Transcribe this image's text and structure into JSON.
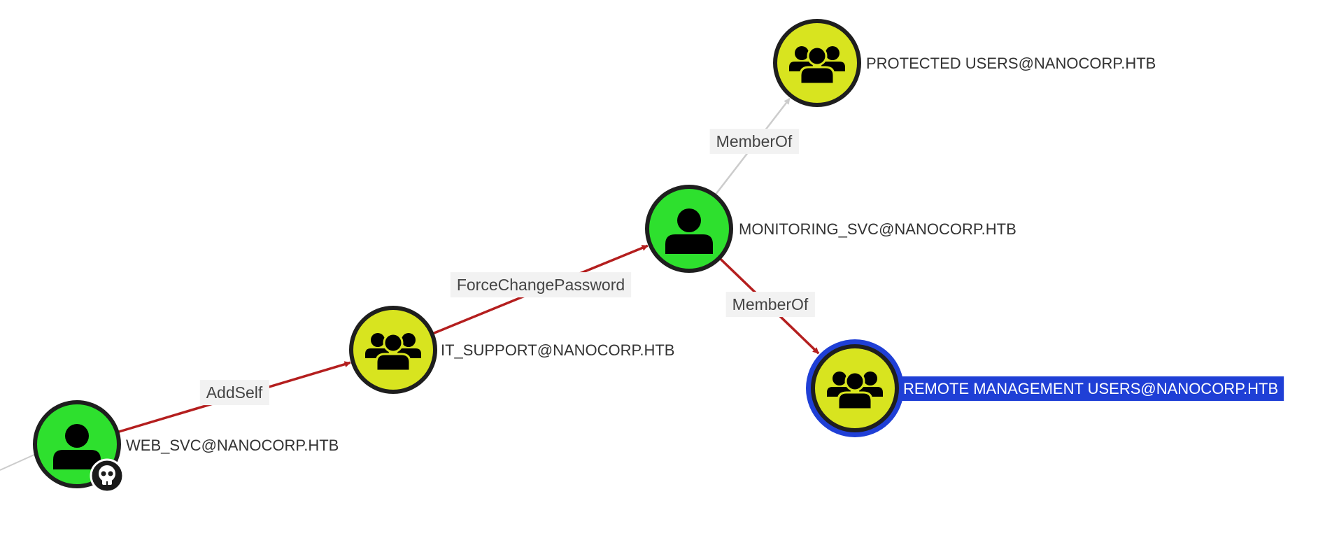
{
  "graph": {
    "nodes": [
      {
        "id": "web_svc",
        "kind": "user",
        "label": "WEB_SVC@NANOCORP.HTB",
        "owned": true,
        "selected": false
      },
      {
        "id": "it_support",
        "kind": "group",
        "label": "IT_SUPPORT@NANOCORP.HTB",
        "owned": false,
        "selected": false
      },
      {
        "id": "monitoring_svc",
        "kind": "user",
        "label": "MONITORING_SVC@NANOCORP.HTB",
        "owned": false,
        "selected": false
      },
      {
        "id": "protected_users",
        "kind": "group",
        "label": "PROTECTED USERS@NANOCORP.HTB",
        "owned": false,
        "selected": false
      },
      {
        "id": "remote_mgmt",
        "kind": "group",
        "label": "REMOTE MANAGEMENT USERS@NANOCORP.HTB",
        "owned": false,
        "selected": true
      }
    ],
    "edges": [
      {
        "from": "web_svc",
        "to": "it_support",
        "label": "AddSelf",
        "highlighted": true
      },
      {
        "from": "it_support",
        "to": "monitoring_svc",
        "label": "ForceChangePassword",
        "highlighted": true
      },
      {
        "from": "monitoring_svc",
        "to": "protected_users",
        "label": "MemberOf",
        "highlighted": false
      },
      {
        "from": "monitoring_svc",
        "to": "remote_mgmt",
        "label": "MemberOf",
        "highlighted": true
      }
    ]
  },
  "colors": {
    "user_fill": "#2ee02e",
    "group_fill": "#d8e41f",
    "node_border": "#1e1e1e",
    "highlight_edge": "#b41e1e",
    "default_edge": "#cccccc",
    "selected_ring": "#1f3fd6",
    "selected_label_bg": "#1f3fd6",
    "owned_badge": "#1a1a1a"
  },
  "icons": {
    "user": "user-icon",
    "group": "group-icon",
    "owned": "skull-icon"
  }
}
